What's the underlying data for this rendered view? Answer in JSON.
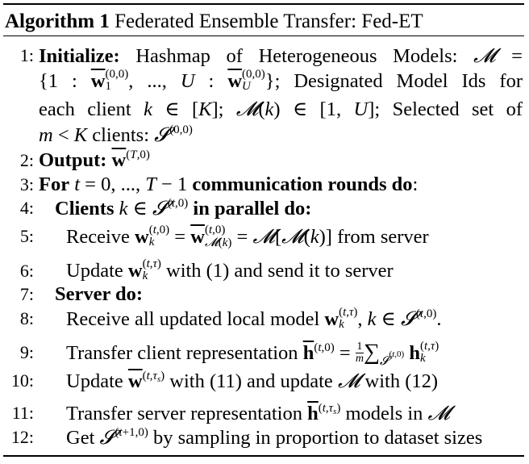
{
  "caption": {
    "label": "Algorithm 1",
    "title": "Federated Ensemble Transfer: Fed-ET"
  },
  "lines": [
    {
      "num": "1:",
      "keyword": "Initialize:",
      "text_a": "Hashmap of Heterogeneous Models:",
      "text_b": "; Designated Model Ids for",
      "text_c": "each client",
      "text_d": ";",
      "text_e": "; Selected set of",
      "text_f": "clients:"
    },
    {
      "num": "2:",
      "keyword": "Output:"
    },
    {
      "num": "3:",
      "keyword": "For",
      "keyword2": "communication rounds do",
      "tail": ":"
    },
    {
      "num": "4:",
      "keyword": "Clients",
      "keyword2": "in parallel do:"
    },
    {
      "num": "5:",
      "text_a": "Receive",
      "text_b": "from server"
    },
    {
      "num": "6:",
      "text_a": "Update",
      "text_b": "with (1) and send it to server"
    },
    {
      "num": "7:",
      "keyword": "Server do:"
    },
    {
      "num": "8:",
      "text_a": "Receive all updated local model"
    },
    {
      "num": "9:",
      "text_a": "Transfer client representation"
    },
    {
      "num": "10:",
      "text_a": "Update",
      "text_b": "with (11) and update",
      "text_c": "with (12)"
    },
    {
      "num": "11:",
      "text_a": "Transfer server representation",
      "text_b": "models in"
    },
    {
      "num": "12:",
      "text_a": "Get",
      "text_b": "by sampling in proportion to dataset sizes"
    }
  ]
}
